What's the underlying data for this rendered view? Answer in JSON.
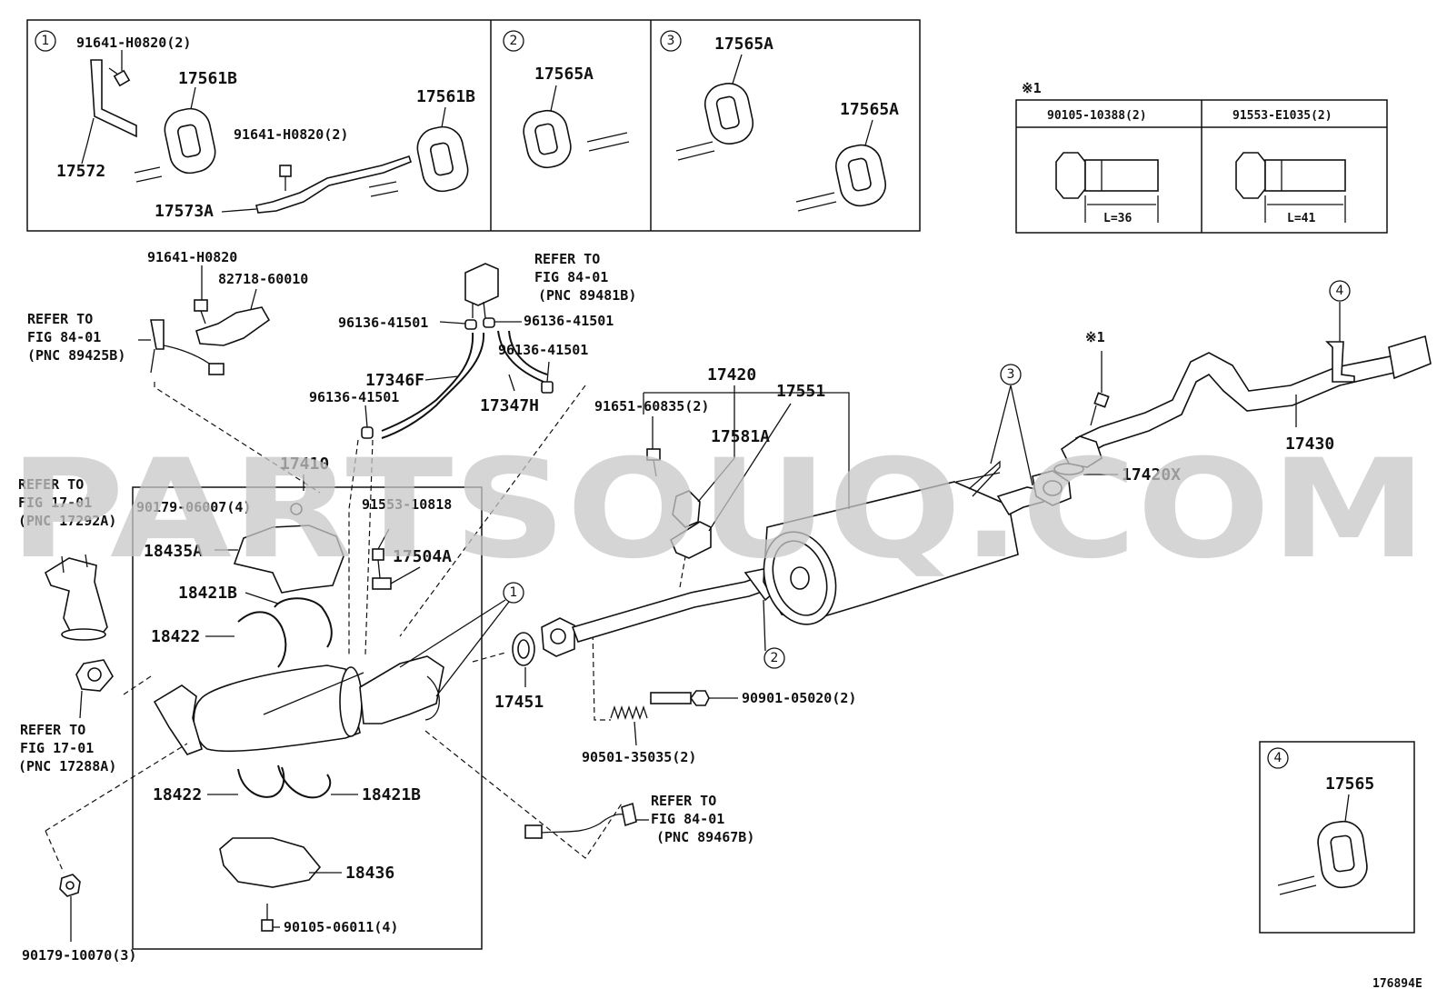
{
  "watermark": "PARTSOUQ.COM",
  "figure_id": "176894E",
  "note_symbol": "※1",
  "refer": {
    "line1": "REFER TO",
    "fig_84_01": "FIG 84-01",
    "fig_17_01": "FIG 17-01",
    "pnc_89481b": "(PNC 89481B)",
    "pnc_89425b": "(PNC 89425B)",
    "pnc_17292a": "(PNC 17292A)",
    "pnc_17288a": "(PNC 17288A)",
    "pnc_89467b": "(PNC 89467B)"
  },
  "inset1": {
    "number": "1",
    "p_91641_h0820_2a": "91641-H0820(2)",
    "p_17561b_a": "17561B",
    "p_17572": "17572",
    "p_91641_h0820_2b": "91641-H0820(2)",
    "p_17561b_b": "17561B",
    "p_17573a": "17573A"
  },
  "inset2": {
    "number": "2",
    "p_17565a": "17565A"
  },
  "inset3": {
    "number": "3",
    "p_17565a_a": "17565A",
    "p_17565a_b": "17565A"
  },
  "inset4": {
    "number": "4",
    "p_17565": "17565"
  },
  "bolt_table": {
    "col1_part": "90105-10388(2)",
    "col1_len": "L=36",
    "col2_part": "91553-E1035(2)",
    "col2_len": "L=41"
  },
  "labels": {
    "p_91641_h0820": "91641-H0820",
    "p_82718_60010": "82718-60010",
    "p_96136_41501_a": "96136-41501",
    "p_96136_41501_b": "96136-41501",
    "p_96136_41501_c": "96136-41501",
    "p_96136_41501_d": "96136-41501",
    "p_17346f": "17346F",
    "p_17347h": "17347H",
    "p_17420": "17420",
    "p_91651_60835_2": "91651-60835(2)",
    "p_17581a": "17581A",
    "p_17551": "17551",
    "p_17410": "17410",
    "p_90179_06007_4": "90179-06007(4)",
    "p_91553_10818": "91553-10818",
    "p_18435a": "18435A",
    "p_17504a": "17504A",
    "p_18421b_a": "18421B",
    "p_18422_a": "18422",
    "p_17451": "17451",
    "p_90901_05020_2": "90901-05020(2)",
    "p_90501_35035_2": "90501-35035(2)",
    "p_18422_b": "18422",
    "p_18421b_b": "18421B",
    "p_18436": "18436",
    "p_90105_06011_4": "90105-06011(4)",
    "p_90179_10070_3": "90179-10070(3)",
    "p_17430": "17430",
    "p_17420x": "17420X"
  },
  "callouts": {
    "c1": "1",
    "c2": "2",
    "c3": "3",
    "c4": "4"
  }
}
